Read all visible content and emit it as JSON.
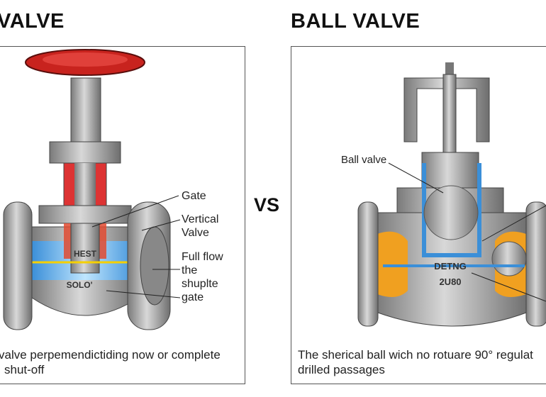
{
  "left": {
    "title": "VALVE",
    "labels": [
      "Gate",
      "Vertical\nValve",
      "Full flow\nthe\nshuplte\ngate"
    ],
    "body_marks": [
      "HEST",
      "SOLO'"
    ],
    "caption_line1": "valve perpemendictiding now or complete",
    "caption_line2": "shut-off"
  },
  "vs": "VS",
  "right": {
    "title": "BALL VALVE",
    "labels": [
      "Ball valve"
    ],
    "body_marks": [
      "DETNG",
      "2U80"
    ],
    "caption_line1": "The sherical ball wich no rotuare 90° regulat",
    "caption_line2": "drilled passages"
  },
  "colors": {
    "handwheel": "#c8231e",
    "flow": "#4aa8e8",
    "seal": "#f0a020",
    "metal": "#a9a9a9"
  }
}
